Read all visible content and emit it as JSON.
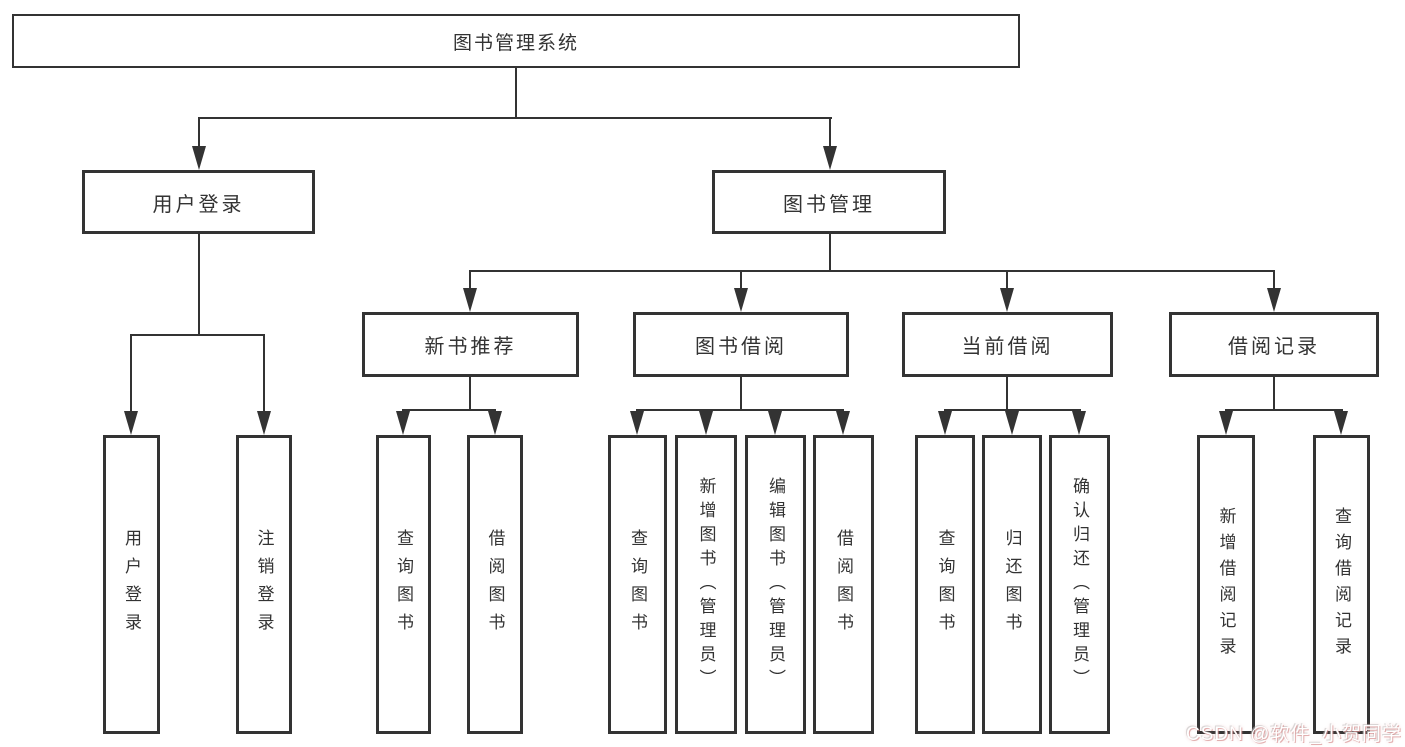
{
  "colors": {
    "background": "#ffffff",
    "line": "#333333",
    "box_border": "#333333",
    "text": "#333333",
    "watermark_tint": "#d68c8c"
  },
  "watermark": {
    "text": "CSDN @软件_小贺同学"
  },
  "tree": {
    "root": {
      "label": "图书管理系统",
      "children": [
        {
          "label": "用户登录",
          "children": [
            {
              "label": "用户登录"
            },
            {
              "label": "注销登录"
            }
          ]
        },
        {
          "label": "图书管理",
          "children": [
            {
              "label": "新书推荐",
              "children": [
                {
                  "label": "查询图书"
                },
                {
                  "label": "借阅图书"
                }
              ]
            },
            {
              "label": "图书借阅",
              "children": [
                {
                  "label": "查询图书"
                },
                {
                  "label": "新增图书（管理员）"
                },
                {
                  "label": "编辑图书（管理员）"
                },
                {
                  "label": "借阅图书"
                }
              ]
            },
            {
              "label": "当前借阅",
              "children": [
                {
                  "label": "查询图书"
                },
                {
                  "label": "归还图书"
                },
                {
                  "label": "确认归还（管理员）"
                }
              ]
            },
            {
              "label": "借阅记录",
              "children": [
                {
                  "label": "新增借阅记录"
                },
                {
                  "label": "查询借阅记录"
                }
              ]
            }
          ]
        }
      ]
    }
  }
}
